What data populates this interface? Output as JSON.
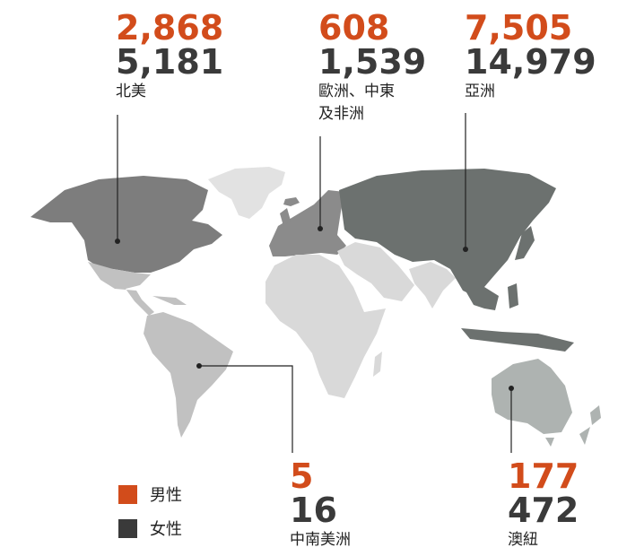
{
  "colors": {
    "male": "#d24c1b",
    "female": "#3a3a3a",
    "north_america": "#7d7d7d",
    "europe_middle_east_africa": "#8b8b8b",
    "asia": "#6c716f",
    "latin_america": "#c1c1c1",
    "oceania": "#aeb3b1",
    "africa_land": "#d9d9d9"
  },
  "regions": {
    "north_america": {
      "male": "2,868",
      "female": "5,181",
      "name": "北美"
    },
    "europe_middle_east_africa": {
      "male": "608",
      "female": "1,539",
      "name_line1": "歐洲、中東",
      "name_line2": "及非洲"
    },
    "asia": {
      "male": "7,505",
      "female": "14,979",
      "name": "亞洲"
    },
    "latin_america": {
      "male": "5",
      "female": "16",
      "name": "中南美洲"
    },
    "oceania": {
      "male": "177",
      "female": "472",
      "name": "澳紐"
    }
  },
  "legend": {
    "male": "男性",
    "female": "女性"
  }
}
